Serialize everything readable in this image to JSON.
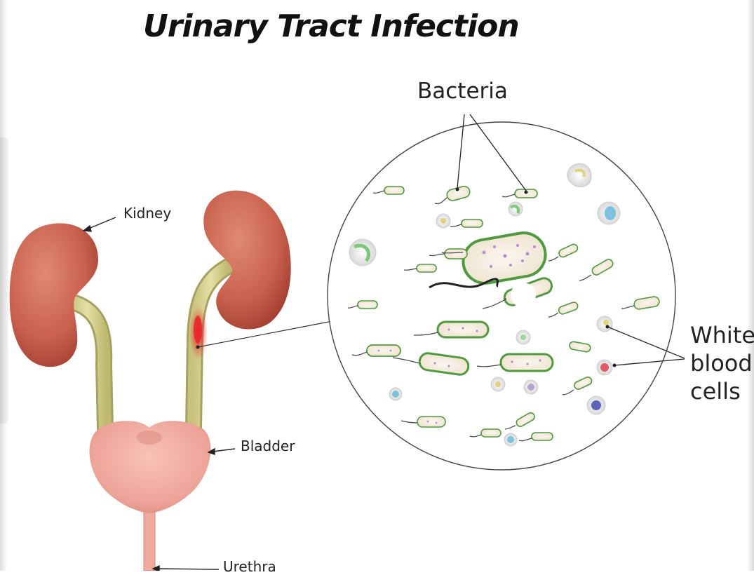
{
  "title": "Urinary Tract Infection",
  "labels": {
    "kidney": "Kidney",
    "bladder": "Bladder",
    "urethra": "Urethra",
    "bacteria": "Bacteria",
    "wbc_line1": "White",
    "wbc_line2": "blood",
    "wbc_line3": "cells"
  },
  "colors": {
    "kidney": "#c9614e",
    "ureter": "#d6d08f",
    "infection": "#e8262a",
    "bladder": "#f1aaa0",
    "bacteria_outline": "#4f9a3e",
    "bacteria_fill": "#f7f0e4"
  }
}
